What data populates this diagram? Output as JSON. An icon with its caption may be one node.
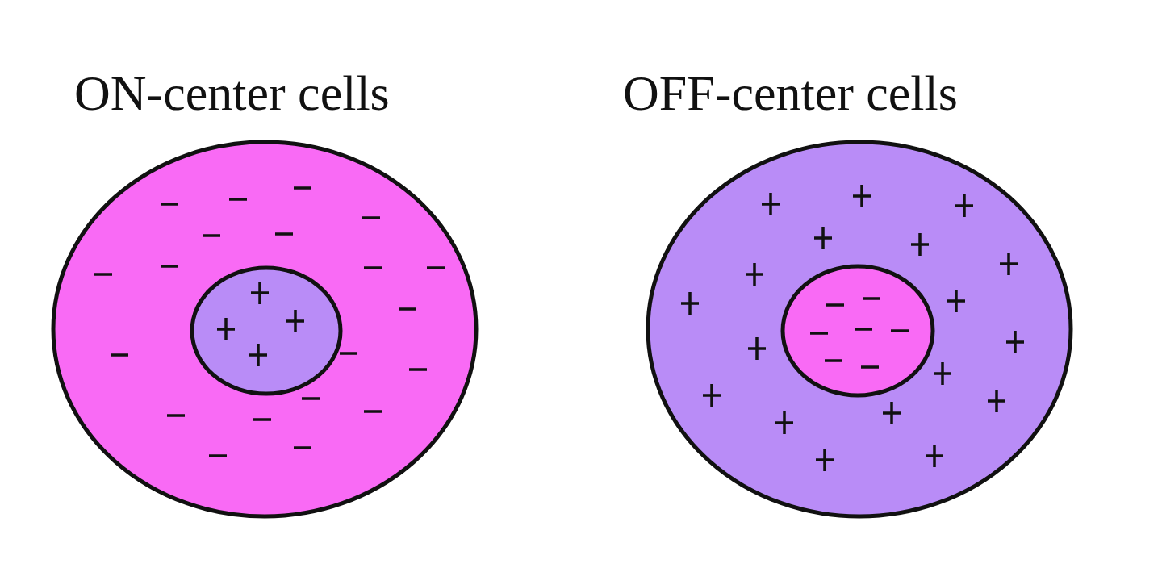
{
  "diagram": {
    "nodes": [
      {
        "text": [
          "ON-center cells"
        ]
      },
      {
        "text": [],
        "shape": "circle",
        "in": 0
      },
      {
        "text": [
          "OFF-center cells"
        ]
      },
      {
        "text": [],
        "shape": "circle",
        "in": 2
      }
    ]
  }
}
